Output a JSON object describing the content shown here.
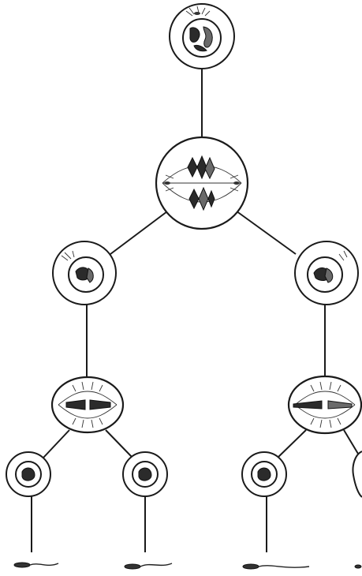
{
  "diagram": {
    "kind": "meiosis-spermatogenesis",
    "stages": [
      {
        "id": "primary-spermatocyte",
        "icon": "interphase-cell"
      },
      {
        "id": "meiosis-one",
        "icon": "metaphase-cell"
      },
      {
        "id": "secondary-spermatocytes",
        "icon": "interphase-cell"
      },
      {
        "id": "meiosis-two",
        "icon": "metaphase-cell"
      },
      {
        "id": "spermatids",
        "icon": "interphase-cell"
      },
      {
        "id": "sperm",
        "icon": "sperm-cell"
      }
    ],
    "colors": {
      "ink": "#1a1a1a",
      "background": "#ffffff"
    }
  }
}
